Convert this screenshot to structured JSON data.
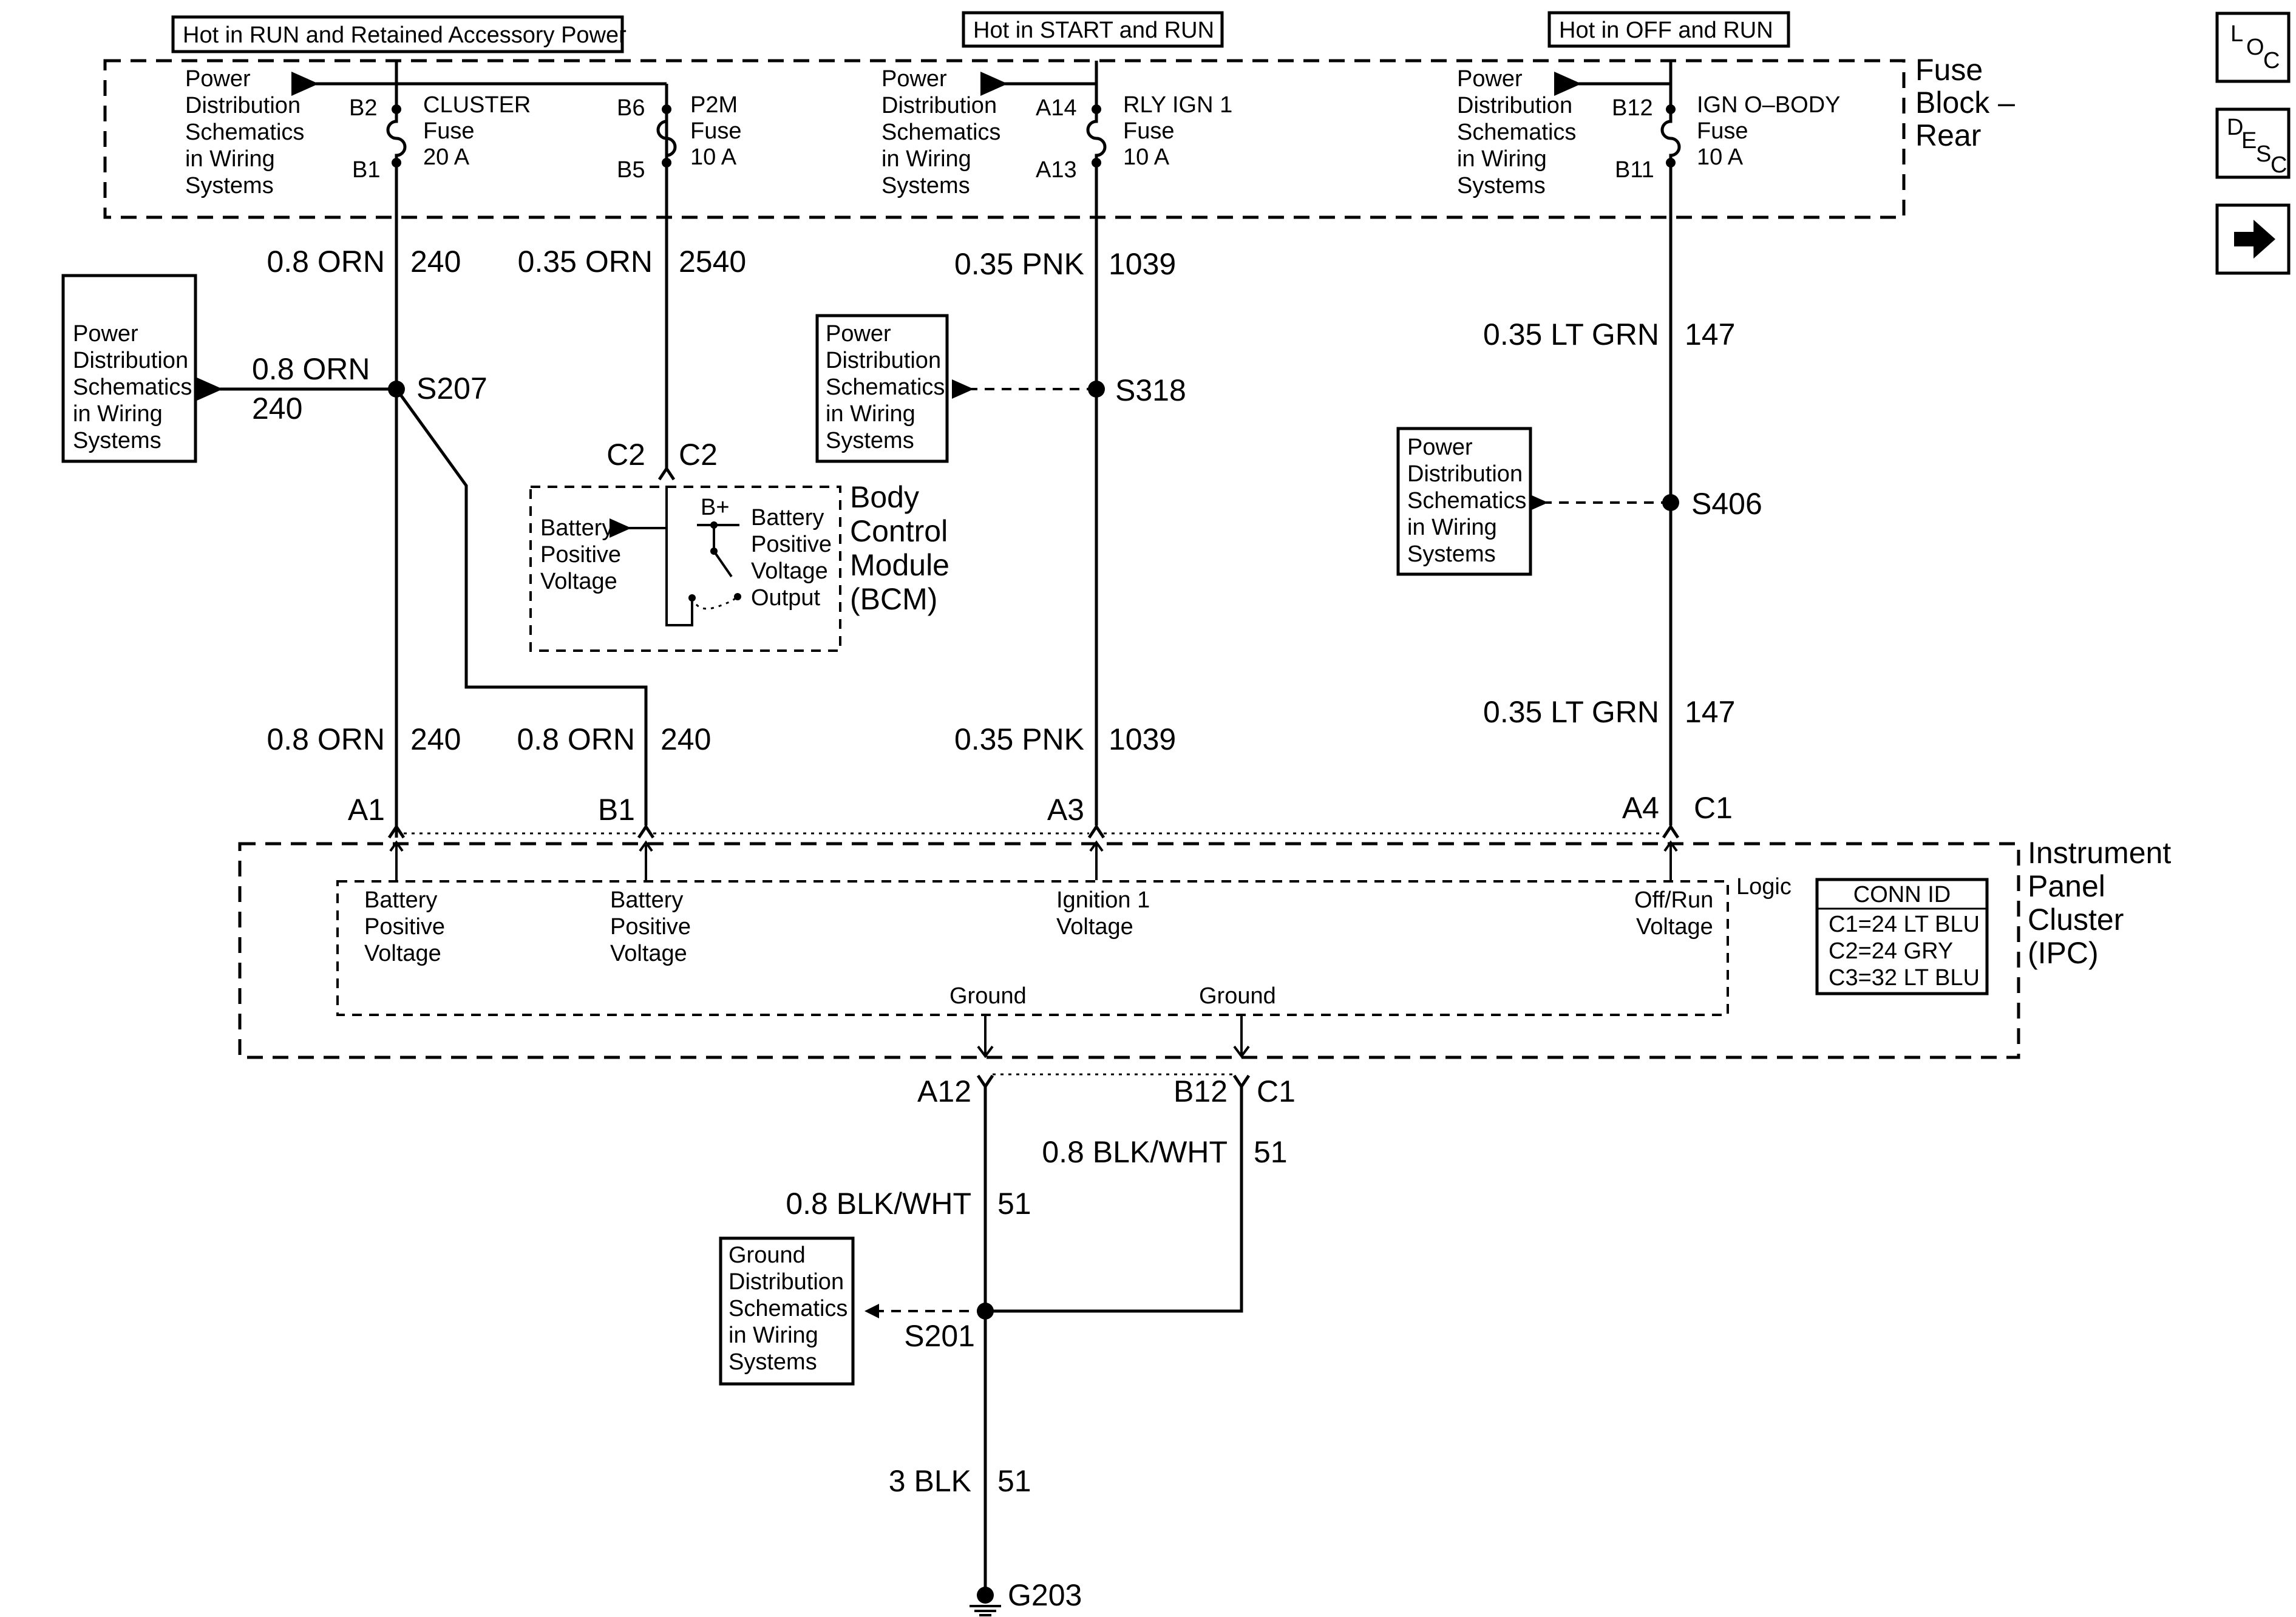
{
  "hot_labels": {
    "run_acc": "Hot in RUN and Retained Accessory Power",
    "start_run": "Hot in START and RUN",
    "off_run": "Hot in OFF and RUN"
  },
  "fuse_block": {
    "name": [
      "Fuse",
      "Block –",
      "Rear"
    ]
  },
  "pds_text": [
    "Power",
    "Distribution",
    "Schematics",
    "in Wiring",
    "Systems"
  ],
  "gds_text": [
    "Ground",
    "Distribution",
    "Schematics",
    "in Wiring",
    "Systems"
  ],
  "fuses": [
    {
      "name": "CLUSTER",
      "type": "Fuse",
      "rating": "20 A",
      "in_pin": "B2",
      "out_pin": "B1"
    },
    {
      "name": "P2M",
      "type": "Fuse",
      "rating": "10 A",
      "in_pin": "B6",
      "out_pin": "B5"
    },
    {
      "name": "RLY IGN 1",
      "type": "Fuse",
      "rating": "10 A",
      "in_pin": "A14",
      "out_pin": "A13"
    },
    {
      "name": "IGN O–BODY",
      "type": "Fuse",
      "rating": "10 A",
      "in_pin": "B12",
      "out_pin": "B11"
    }
  ],
  "wires": {
    "w1_top": {
      "gauge": "0.8 ORN",
      "circuit": "240"
    },
    "w2_top": {
      "gauge": "0.35 ORN",
      "circuit": "2540"
    },
    "w3_top": {
      "gauge": "0.35 PNK",
      "circuit": "1039"
    },
    "w4_top": {
      "gauge": "0.35 LT GRN",
      "circuit": "147"
    },
    "s207_branch": {
      "gauge": "0.8 ORN",
      "circuit": "240"
    },
    "w1_bot": {
      "gauge": "0.8 ORN",
      "circuit": "240"
    },
    "w2_bot": {
      "gauge": "0.8 ORN",
      "circuit": "240"
    },
    "w3_bot": {
      "gauge": "0.35 PNK",
      "circuit": "1039"
    },
    "w4_bot": {
      "gauge": "0.35 LT GRN",
      "circuit": "147"
    },
    "gnd_a12": {
      "gauge": "0.8 BLK/WHT",
      "circuit": "51"
    },
    "gnd_b12": {
      "gauge": "0.8 BLK/WHT",
      "circuit": "51"
    },
    "gnd_main": {
      "gauge": "3 BLK",
      "circuit": "51"
    }
  },
  "splices": {
    "s207": "S207",
    "s318": "S318",
    "s406": "S406",
    "s201": "S201"
  },
  "ground": "G203",
  "bcm": {
    "name": [
      "Body",
      "Control",
      "Module",
      "(BCM)"
    ],
    "connector": [
      "C2",
      "C2"
    ],
    "batt_label": [
      "Battery",
      "Positive",
      "Voltage"
    ],
    "bplus": "B+",
    "output_label": [
      "Battery",
      "Positive",
      "Voltage",
      "Output"
    ]
  },
  "ipc": {
    "name": [
      "Instrument",
      "Panel",
      "Cluster",
      "(IPC)"
    ],
    "logic": "Logic",
    "pins": {
      "a1": "A1",
      "b1": "B1",
      "a3": "A3",
      "a4": "A4",
      "c1": "C1",
      "a12": "A12",
      "b12": "B12",
      "c1_gnd": "C1"
    },
    "inputs": {
      "batt1": [
        "Battery",
        "Positive",
        "Voltage"
      ],
      "batt2": [
        "Battery",
        "Positive",
        "Voltage"
      ],
      "ign1": [
        "Ignition 1",
        "Voltage"
      ],
      "offrun": [
        "Off/Run",
        "Voltage"
      ]
    },
    "ground_labels": [
      "Ground",
      "Ground"
    ]
  },
  "conn_id": {
    "title": "CONN ID",
    "rows": [
      "C1=24 LT BLU",
      "C2=24 GRY",
      "C3=32 LT BLU"
    ]
  },
  "nav": {
    "loc": {
      "icon": "loc-icon",
      "letters": [
        "L",
        "O",
        "C"
      ]
    },
    "desc": {
      "icon": "desc-icon",
      "letters": [
        "D",
        "E",
        "S",
        "C"
      ]
    },
    "next": {
      "icon": "arrow-right-icon"
    }
  }
}
